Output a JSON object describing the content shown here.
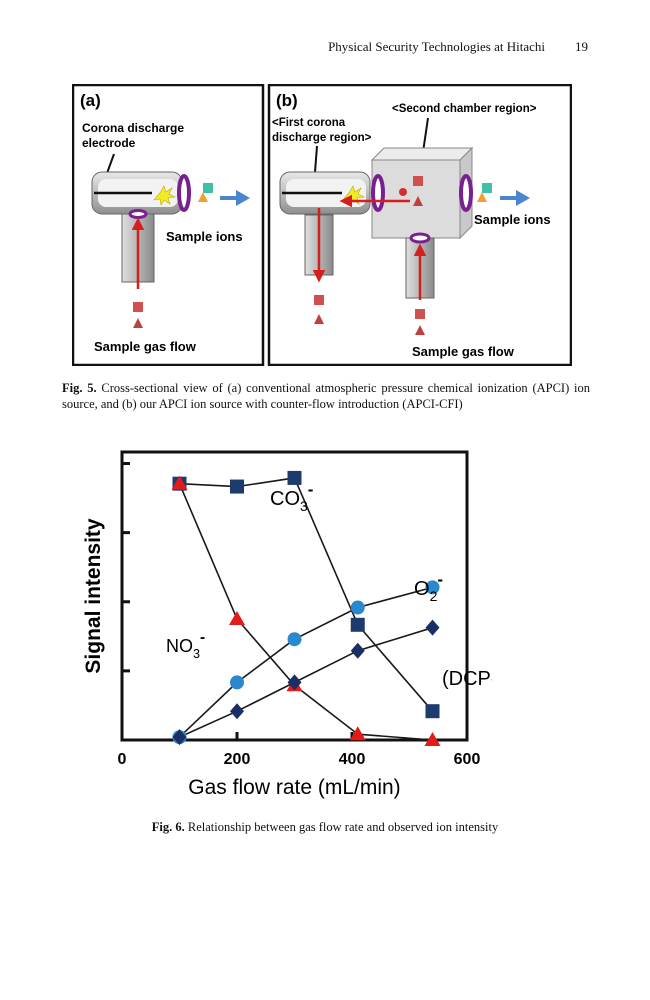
{
  "header": {
    "running_title": "Physical Security Technologies at Hitachi",
    "page_number": "19"
  },
  "fig5": {
    "panel_a": {
      "label": "(a)",
      "electrode_label_1": "Corona discharge",
      "electrode_label_2": "electrode",
      "sample_ions": "Sample ions",
      "gas_flow": "Sample gas flow"
    },
    "panel_b": {
      "label": "(b)",
      "first_region_1": "<First corona",
      "first_region_2": "discharge region>",
      "second_region": "<Second chamber region>",
      "sample_ions": "Sample ions",
      "gas_flow": "Sample gas flow"
    },
    "caption_label": "Fig. 5.",
    "caption_text": " Cross-sectional view of (a) conventional atmospheric pressure chemical ionization (APCI) ion source, and (b) our APCI ion source with counter-flow introduction (APCI-CFI)",
    "colors": {
      "frame": "#111111",
      "tube": "#c8c8c8",
      "ring": "#7a1f8f",
      "arrow_red": "#d41f1f",
      "arrow_blue": "#4a86d0",
      "square": "#d05050",
      "triangle": "#c04040"
    }
  },
  "chart_data": {
    "type": "line",
    "xlabel": "Gas flow rate (mL/min)",
    "ylabel": "Signal intensity",
    "xlim": [
      0,
      600
    ],
    "x_ticks": [
      "0",
      "200",
      "400",
      "600"
    ],
    "ylim": [
      0,
      1
    ],
    "grid": false,
    "series": [
      {
        "name": "CO3-",
        "marker": "square",
        "color": "#1e3b6e",
        "x": [
          100,
          200,
          300,
          410,
          540
        ],
        "y": [
          0.89,
          0.88,
          0.91,
          0.4,
          0.1
        ]
      },
      {
        "name": "NO3-",
        "marker": "triangle",
        "color": "#e31b1b",
        "x": [
          100,
          200,
          300,
          410,
          540
        ],
        "y": [
          0.89,
          0.42,
          0.19,
          0.02,
          0.0
        ]
      },
      {
        "name": "O2-",
        "marker": "circle",
        "color": "#2a88cf",
        "x": [
          100,
          200,
          300,
          410,
          540
        ],
        "y": [
          0.01,
          0.2,
          0.35,
          0.46,
          0.53
        ]
      },
      {
        "name": "(DCP-H)-",
        "marker": "diamond",
        "color": "#1a2f66",
        "x": [
          100,
          200,
          300,
          410,
          540
        ],
        "y": [
          0.01,
          0.1,
          0.2,
          0.31,
          0.39
        ]
      }
    ],
    "annotations": {
      "co3": {
        "base": "CO",
        "sub": "3",
        "sup": "-"
      },
      "no3": {
        "base": "NO",
        "sub": "3",
        "sup": "-"
      },
      "o2": {
        "base": "O",
        "sub": "2",
        "sup": "-"
      },
      "dcp": {
        "base": "(DCP-H)",
        "sup": "-"
      }
    }
  },
  "fig6": {
    "caption_label": "Fig. 6.",
    "caption_text": " Relationship between gas flow rate and observed ion intensity"
  }
}
